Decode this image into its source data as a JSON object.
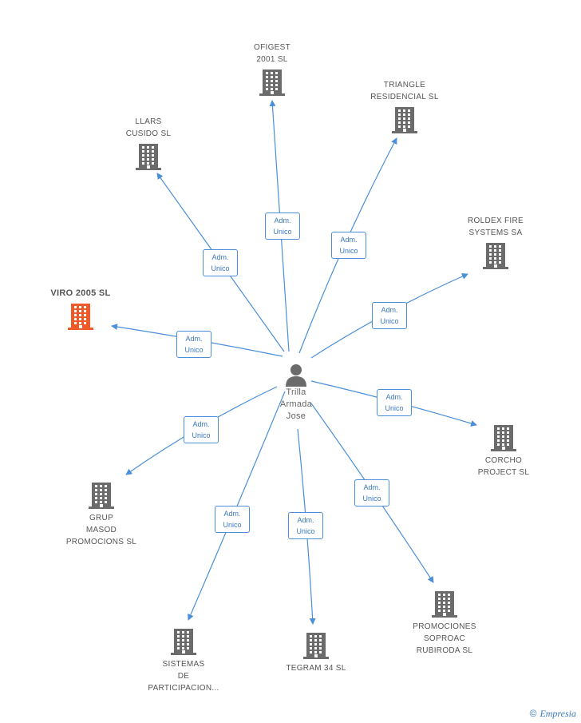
{
  "center": {
    "name": "Trilla\nArmada\nJose"
  },
  "companies": [
    {
      "id": "ofigest",
      "name": "OFIGEST\n2001 SL",
      "label_pos": "top",
      "highlight": false
    },
    {
      "id": "triangle",
      "name": "TRIANGLE\nRESIDENCIAL SL",
      "label_pos": "top",
      "highlight": false
    },
    {
      "id": "llars",
      "name": "LLARS\nCUSIDO SL",
      "label_pos": "top",
      "highlight": false
    },
    {
      "id": "roldex",
      "name": "ROLDEX FIRE\nSYSTEMS SA",
      "label_pos": "top",
      "highlight": false
    },
    {
      "id": "viro",
      "name": "VIRO 2005 SL",
      "label_pos": "top",
      "highlight": true
    },
    {
      "id": "corcho",
      "name": "CORCHO\nPROJECT SL",
      "label_pos": "bottom",
      "highlight": false
    },
    {
      "id": "grup",
      "name": "GRUP\nMASOD\nPROMOCIONS SL",
      "label_pos": "bottom",
      "highlight": false
    },
    {
      "id": "promociones",
      "name": "PROMOCIONES\nSOPROAC\nRUBIRODA SL",
      "label_pos": "bottom",
      "highlight": false
    },
    {
      "id": "sistemas",
      "name": "SISTEMAS\nDE\nPARTICIPACION...",
      "label_pos": "bottom",
      "highlight": false
    },
    {
      "id": "tegram",
      "name": "TEGRAM 34 SL",
      "label_pos": "bottom",
      "highlight": false
    }
  ],
  "edges": [
    {
      "to": "ofigest",
      "label1": "Adm.",
      "label2": "Unico"
    },
    {
      "to": "triangle",
      "label1": "Adm.",
      "label2": "Unico"
    },
    {
      "to": "llars",
      "label1": "Adm.",
      "label2": "Unico"
    },
    {
      "to": "roldex",
      "label1": "Adm.",
      "label2": "Unico"
    },
    {
      "to": "viro",
      "label1": "Adm.",
      "label2": "Unico"
    },
    {
      "to": "corcho",
      "label1": "Adm.",
      "label2": "Unico"
    },
    {
      "to": "grup",
      "label1": "Adm.",
      "label2": "Unico"
    },
    {
      "to": "promociones",
      "label1": "Adm.",
      "label2": "Unico"
    },
    {
      "to": "sistemas",
      "label1": "Adm.",
      "label2": "Unico"
    },
    {
      "to": "tegram",
      "label1": "Adm.",
      "label2": "Unico"
    }
  ],
  "colors": {
    "edge": "#4a8fd8",
    "building": "#6b6b6b",
    "building_highlight": "#f05a28",
    "person": "#6b6b6b"
  },
  "footer": {
    "copyright": "©",
    "brand": "Empresia"
  }
}
